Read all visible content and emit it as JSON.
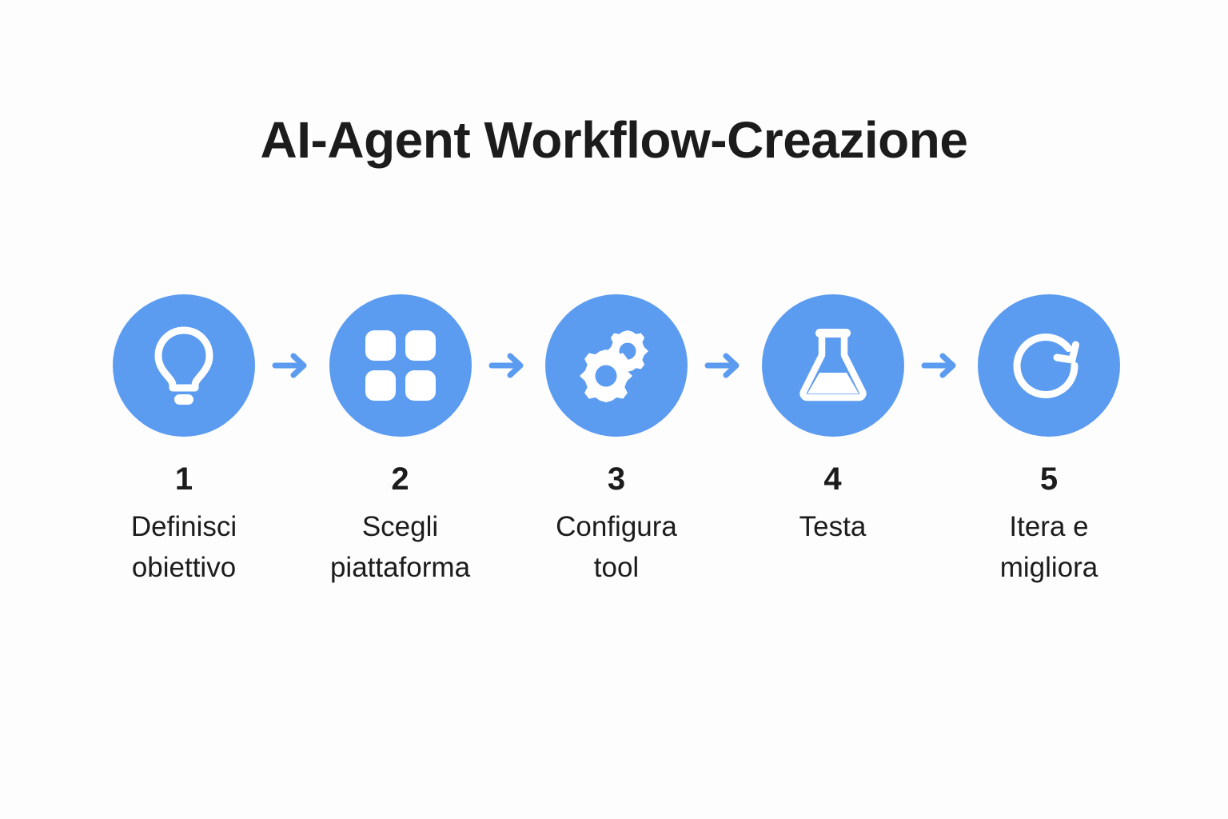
{
  "page": {
    "title": "AI-Agent Workflow-Creazione",
    "background_color": "#fdfdfd",
    "accent_color": "#5b9bf0",
    "text_color": "#1c1c1c",
    "icon_color": "#ffffff",
    "language": "it"
  },
  "diagram": {
    "type": "horizontal-process-flow",
    "step_count": 5,
    "connector": "arrow-right",
    "steps": [
      {
        "number": "1",
        "label": "Definisci obiettivo",
        "icon": "lightbulb-icon"
      },
      {
        "number": "2",
        "label": "Scegli piattaforma",
        "icon": "grid-squares-icon"
      },
      {
        "number": "3",
        "label": "Configura tool",
        "icon": "gears-icon"
      },
      {
        "number": "4",
        "label": "Testa",
        "icon": "flask-icon"
      },
      {
        "number": "5",
        "label": "Itera e migliora",
        "icon": "refresh-loop-icon"
      }
    ],
    "arrows": [
      {
        "name": "arrow-1-to-2"
      },
      {
        "name": "arrow-2-to-3"
      },
      {
        "name": "arrow-3-to-4"
      },
      {
        "name": "arrow-4-to-5"
      }
    ]
  }
}
